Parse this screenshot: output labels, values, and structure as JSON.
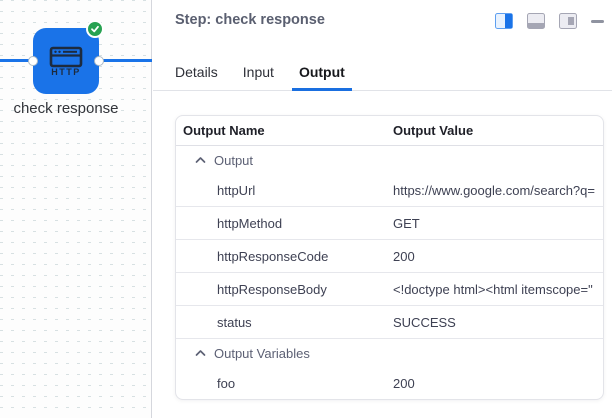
{
  "canvas": {
    "node": {
      "type_label": "HTTP",
      "name": "check response",
      "status": "success"
    },
    "colors": {
      "node_blue": "#1a73e8",
      "edge_blue": "#1a73e8",
      "success_green": "#28a252"
    }
  },
  "panel": {
    "title": "Step: check response",
    "window_controls": {
      "split_view_active": "true"
    },
    "tabs": [
      {
        "label": "Details",
        "active": false
      },
      {
        "label": "Input",
        "active": false
      },
      {
        "label": "Output",
        "active": true
      }
    ],
    "table": {
      "columns": [
        "Output Name",
        "Output Value"
      ],
      "rows": [
        {
          "type": "group",
          "name": "Output",
          "collapsed": false
        },
        {
          "type": "data",
          "name": "httpUrl",
          "value": "https://www.google.com/search?q="
        },
        {
          "type": "data",
          "name": "httpMethod",
          "value": "GET"
        },
        {
          "type": "data",
          "name": "httpResponseCode",
          "value": "200"
        },
        {
          "type": "data",
          "name": "httpResponseBody",
          "value": "<!doctype html><html itemscope=\""
        },
        {
          "type": "data",
          "name": "status",
          "value": "SUCCESS"
        },
        {
          "type": "group",
          "name": "Output Variables",
          "collapsed": false
        },
        {
          "type": "data",
          "name": "foo",
          "value": "200"
        }
      ]
    }
  }
}
